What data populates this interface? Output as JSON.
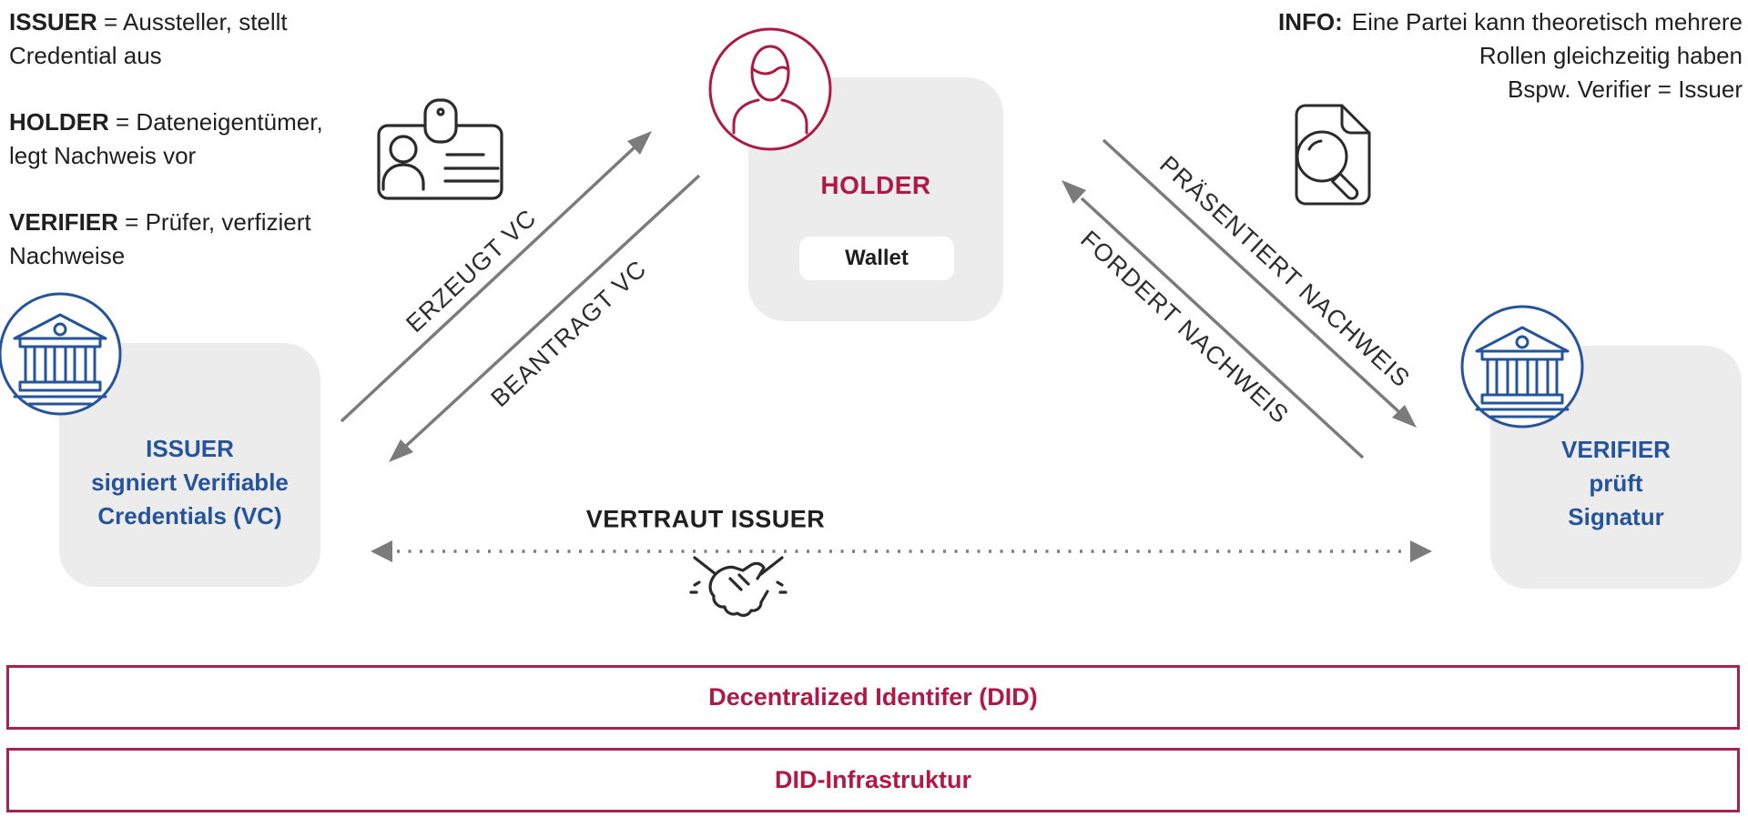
{
  "colors": {
    "crimson": "#AC1A45",
    "blue": "#26549B",
    "box_gray": "#ECECEC",
    "arrow_gray": "#7B7B7B",
    "text_dark": "#1F1F1F",
    "bar_text": "#B01945"
  },
  "legend": {
    "items": [
      {
        "term": "ISSUER",
        "line1": "= Aussteller, stellt",
        "line2": "Credential aus"
      },
      {
        "term": "HOLDER",
        "line1": "= Dateneigentümer,",
        "line2": "legt Nachweis vor"
      },
      {
        "term": "VERIFIER",
        "line1": "= Prüfer, verfiziert",
        "line2": "Nachweise"
      }
    ]
  },
  "info": {
    "label": "INFO:",
    "line1": "Eine Partei kann theoretisch mehrere",
    "line2": "Rollen gleichzeitig haben",
    "line3": "Bspw. Verifier = Issuer"
  },
  "actors": {
    "issuer": {
      "title": "ISSUER",
      "desc1": "signiert Verifiable",
      "desc2": "Credentials (VC)"
    },
    "holder": {
      "title": "HOLDER",
      "wallet_label": "Wallet"
    },
    "verifier": {
      "title": "VERIFIER",
      "desc1": "prüft",
      "desc2": "Signatur"
    }
  },
  "arrows": {
    "erzeugt": "ERZEUGT VC",
    "beantragt": "BEANTRAGT VC",
    "praesentiert": "PRÄSENTIERT NACHWEIS",
    "fordert": "FORDERT NACHWEIS",
    "vertraut": "VERTRAUT ISSUER"
  },
  "bars": {
    "did": "Decentralized Identifer (DID)",
    "infrastruktur": "DID-Infrastruktur"
  },
  "icons": {
    "issuer": "bank-icon",
    "holder": "person-icon",
    "verifier": "bank-icon",
    "issuance": "id-badge-icon",
    "verification": "document-search-icon",
    "trust": "handshake-icon"
  }
}
